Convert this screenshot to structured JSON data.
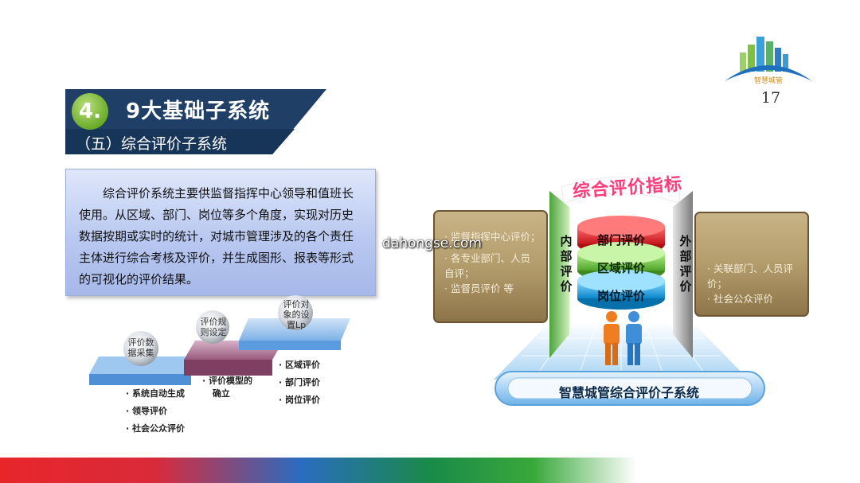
{
  "logo": {
    "text": "智慧城管",
    "icon": "city-skyline-logo-icon"
  },
  "page_number": "17",
  "header": {
    "number": "4.",
    "title": "9大基础子系统",
    "subtitle": "（五）综合评价子系统"
  },
  "description": "综合评价系统主要供监督指挥中心领导和值班长使用。从区域、部门、岗位等多个角度，实现对历史数据按期或实时的统计，对城市管理涉及的各个责任主体进行综合考核及评价，并生成图形、报表等形式的可视化的评价结果。",
  "steps": [
    {
      "label_lines": [
        "评价数",
        "据采集"
      ],
      "bullets": [
        "系统自动生成",
        "领导评价",
        "社会公众评价"
      ]
    },
    {
      "label_lines": [
        "评价规",
        "则设定"
      ],
      "bullets": [
        "评价模型的",
        "确立"
      ]
    },
    {
      "label_lines": [
        "评价对",
        "象的设",
        "置Lp"
      ],
      "bullets": [
        "区域评价",
        "部门评价",
        "岗位评价"
      ]
    }
  ],
  "indicator_diagram": {
    "ribbon_title": "综合评价指标",
    "left_panel": [
      "· 监督指挥中心评价；",
      "· 各专业部门、人员",
      "  自评；",
      "· 监督员评价 等"
    ],
    "left_vertical": [
      "内",
      "部",
      "评",
      "价"
    ],
    "discs": [
      "部门评价",
      "区域评价",
      "岗位评价"
    ],
    "right_vertical": [
      "外",
      "部",
      "评",
      "价"
    ],
    "right_panel": [
      "· 关联部门、人员评",
      "  价；",
      "· 社会公众评价"
    ],
    "base_label": "智慧城管综合评价子系统",
    "colors": {
      "disc_top": "#e8262a",
      "disc_mid": "#7ac943",
      "disc_bottom": "#1ba3e8",
      "ribbon": "#ff3b7a"
    }
  },
  "watermark": "dahongse.com"
}
